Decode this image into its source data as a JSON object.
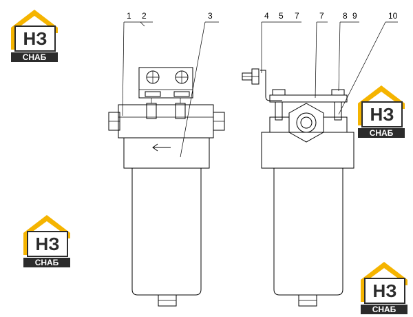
{
  "callouts": {
    "c1": "1",
    "c2": "2",
    "c3": "3",
    "c4": "4",
    "c5": "5",
    "c7a": "7",
    "c7b": "7",
    "c8": "8",
    "c9": "9",
    "c10": "10"
  },
  "logo": {
    "mark": "НЗ",
    "word": "СНАБ",
    "colors": {
      "yellow": "#f5b400",
      "dark": "#2b2b2b",
      "white": "#ffffff"
    }
  }
}
